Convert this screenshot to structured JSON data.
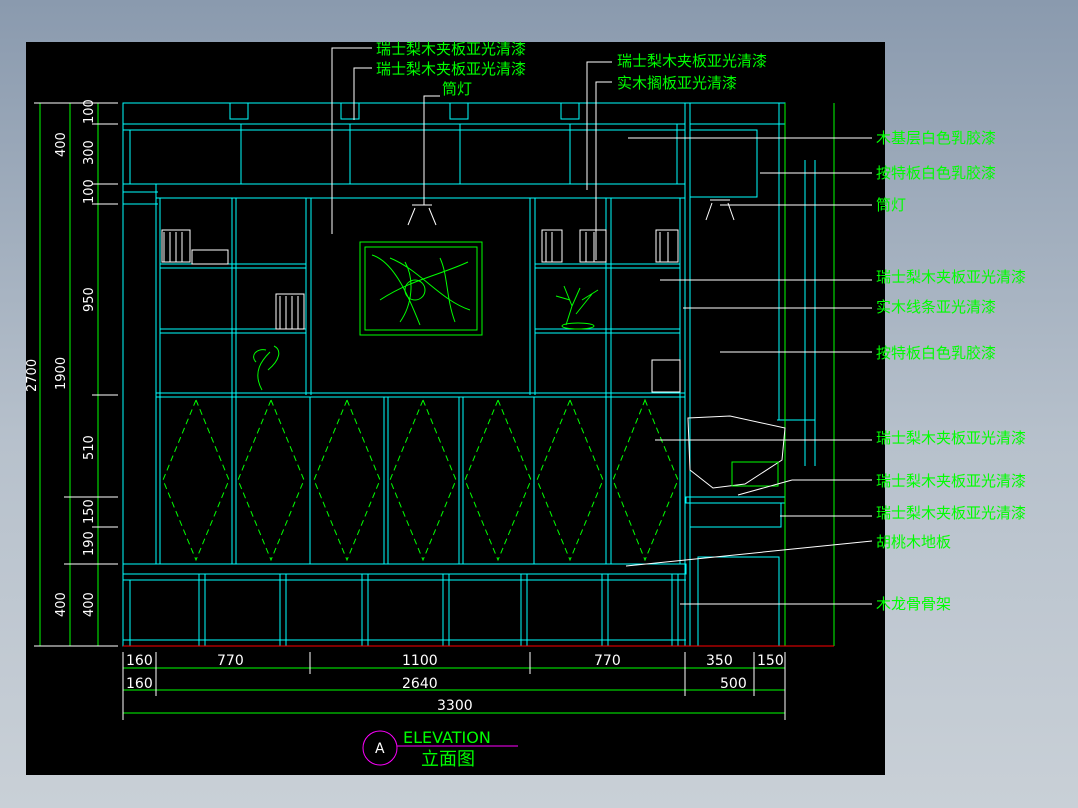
{
  "labels_top": {
    "l1": "瑞士梨木夹板亚光清漆",
    "l2": "瑞士梨木夹板亚光清漆",
    "l3": "筒灯",
    "l4": "瑞士梨木夹板亚光清漆",
    "l5": "实木搁板亚光清漆"
  },
  "labels_right": [
    "木基层白色乳胶漆",
    "按特板白色乳胶漆",
    "筒灯",
    "瑞士梨木夹板亚光清漆",
    "实木线条亚光清漆",
    "按特板白色乳胶漆",
    "瑞士梨木夹板亚光清漆",
    "瑞士梨木夹板亚光清漆",
    "瑞士梨木夹板亚光清漆",
    "胡桃木地板",
    "木龙骨骨架"
  ],
  "dims_horizontal_row1": [
    "160",
    "770",
    "1100",
    "770",
    "350",
    "150"
  ],
  "dims_horizontal_row2": [
    "160",
    "2640",
    "500"
  ],
  "dims_horizontal_row3": [
    "3300"
  ],
  "dims_vertical_outer": [
    "2700"
  ],
  "dims_vertical_mid": [
    "1900",
    "400"
  ],
  "dims_vertical_inner": [
    "100",
    "400",
    "300",
    "100",
    "950",
    "510",
    "150",
    "190",
    "400"
  ],
  "title": {
    "bubble": "A",
    "en": "ELEVATION",
    "cn": "立面图"
  },
  "colors": {
    "cyan": "#00ffff",
    "green": "#00ff00",
    "white": "#ffffff",
    "magenta": "#ff00ff",
    "red": "#ff0000",
    "background": "#000000"
  }
}
